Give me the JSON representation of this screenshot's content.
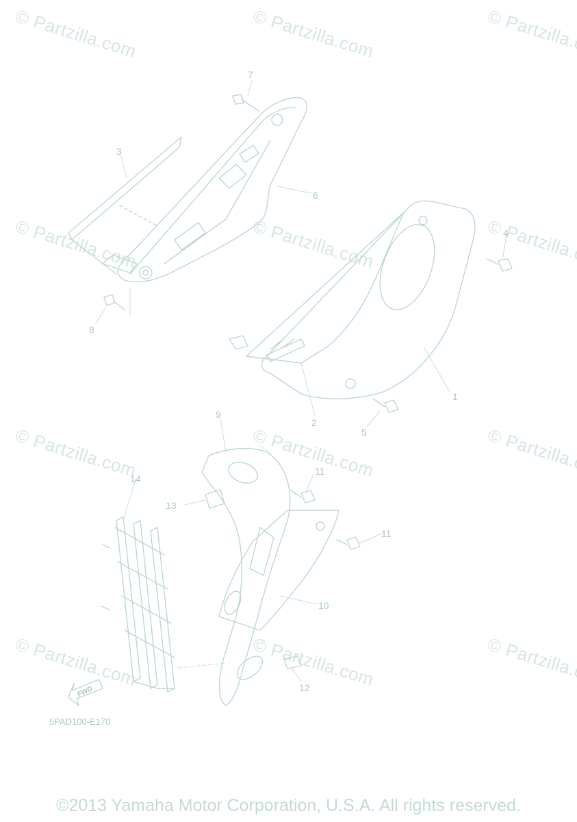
{
  "watermark": {
    "text": "© Partzilla.com",
    "color": "#d6e6e0"
  },
  "callouts": [
    {
      "label": "1",
      "part": "side-cover-right"
    },
    {
      "label": "2",
      "part": "graphic-decal"
    },
    {
      "label": "3",
      "part": "graphic-left"
    },
    {
      "label": "4",
      "part": "bolt"
    },
    {
      "label": "5",
      "part": "bolt"
    },
    {
      "label": "6",
      "part": "side-cover-left"
    },
    {
      "label": "7",
      "part": "bolt"
    },
    {
      "label": "8",
      "part": "bolt"
    },
    {
      "label": "9",
      "part": "radiator-cover"
    },
    {
      "label": "10",
      "part": "radiator-cover-graphic"
    },
    {
      "label": "11",
      "part": "bolt"
    },
    {
      "label": "11",
      "part": "bolt"
    },
    {
      "label": "12",
      "part": "bolt"
    },
    {
      "label": "13",
      "part": "damper"
    },
    {
      "label": "14",
      "part": "radiator-guard"
    }
  ],
  "fwd_label": "FWD",
  "diagram_code": "5PAD100-E170",
  "copyright": "©2013 Yamaha Motor Corporation, U.S.A. All rights reserved.",
  "line_color": "#bcd8d0",
  "text_color": "#a9c9c1"
}
